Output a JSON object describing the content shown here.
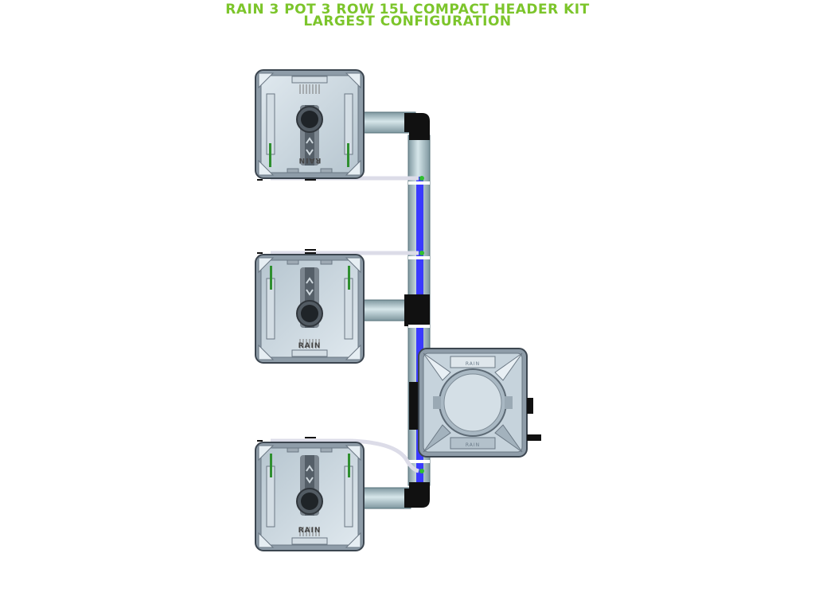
{
  "title": {
    "line1": "RAIN 3 POT 3 ROW 15L COMPACT HEADER KIT",
    "line2": "LARGEST CONFIGURATION"
  },
  "colors": {
    "title": "#7cc52b",
    "pot_body": "#c9d6df",
    "pot_outline": "#3c4650",
    "pipe": "#a9c0c7",
    "tube_blue": "#3a3aff",
    "elbow": "#111111",
    "line_tube": "#e2e2ec"
  },
  "pots": [
    {
      "label": "RAIN"
    },
    {
      "label": "RAIN"
    },
    {
      "label": "RAIN"
    }
  ],
  "reservoir": {
    "top_label": "RAIN",
    "bottom_label": "RAIN"
  }
}
